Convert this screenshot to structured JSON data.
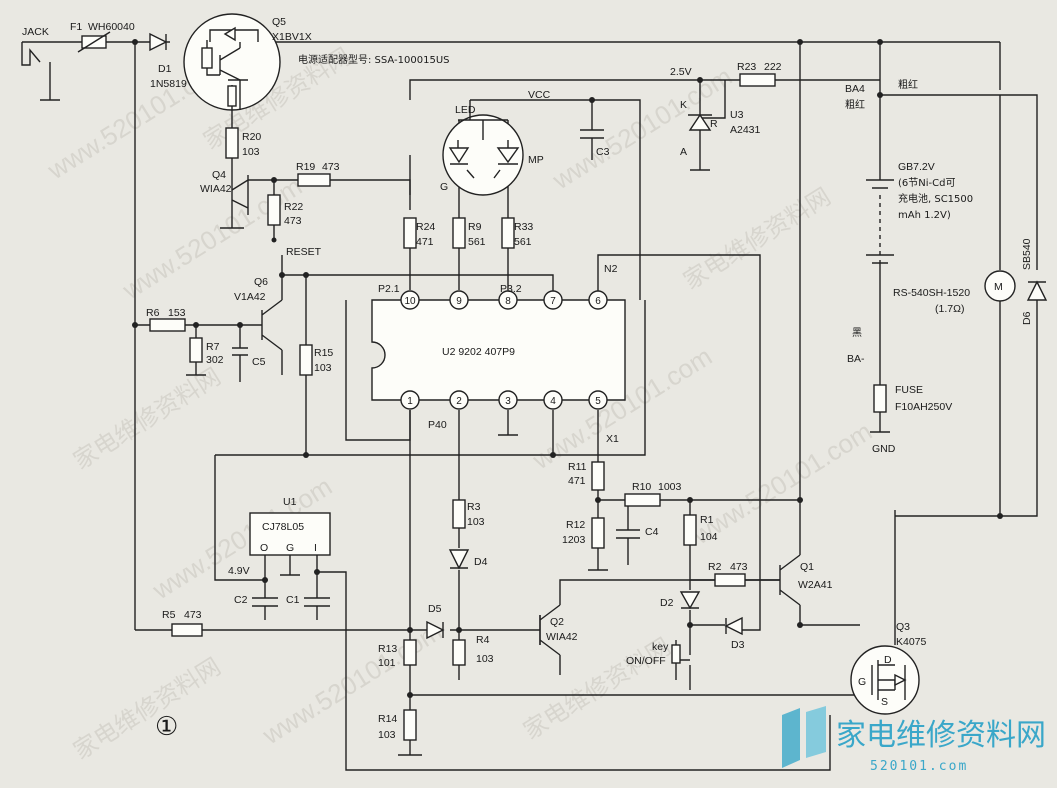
{
  "title_note": "电源适配器型号: SSA-100015US",
  "diagram_number": "①",
  "watermark": {
    "url": "www.520101.com",
    "cn": "家电维修资料网"
  },
  "logo": {
    "text": "家电维修资料网",
    "sub": "520101.com"
  },
  "labels": {
    "jack": "JACK",
    "f1": "F1",
    "f1_val": "WH60040",
    "d1": "D1",
    "d1_val": "1N5819",
    "q5": "Q5",
    "q5_val": "X1BV1X",
    "r20": "R20",
    "r20_val": "103",
    "q4": "Q4",
    "q4_val": "WIA42",
    "r19": "R19",
    "r19_val": "473",
    "r22": "R22",
    "r22_val": "473",
    "reset": "RESET",
    "q6": "Q6",
    "q6_val": "V1A42",
    "r6": "R6",
    "r6_val": "153",
    "r7": "R7",
    "r7_val": "302",
    "c5": "C5",
    "r15": "R15",
    "r15_val": "103",
    "u1": "U1",
    "u1_val": "CJ78L05",
    "u1_o": "O",
    "u1_g": "G",
    "u1_i": "I",
    "v49": "4.9V",
    "c2": "C2",
    "c1": "C1",
    "r5": "R5",
    "r5_val": "473",
    "r13": "R13",
    "r13_val": "101",
    "r14": "R14",
    "r14_val": "103",
    "d5": "D5",
    "r4": "R4",
    "r4_val": "103",
    "r3": "R3",
    "r3_val": "103",
    "d4": "D4",
    "p40": "P40",
    "q2": "Q2",
    "q2_val": "WIA42",
    "u2": "U2 9202 407P9",
    "p21": "P2.1",
    "p32": "P3.2",
    "n2": "N2",
    "x1": "X1",
    "pins_top": [
      "10",
      "9",
      "8",
      "7",
      "6"
    ],
    "pins_bottom": [
      "1",
      "2",
      "3",
      "4",
      "5"
    ],
    "led": "LED",
    "vcc": "VCC",
    "led_g": "G",
    "led_mp": "MP",
    "c3": "C3",
    "r24": "R24",
    "r24_val": "471",
    "r9": "R9",
    "r9_val": "561",
    "r33": "R33",
    "r33_val": "561",
    "v25": "2.5V",
    "r23": "R23",
    "r23_val": "222",
    "u3": "U3",
    "u3_val": "A2431",
    "u3_k": "K",
    "u3_r": "R",
    "u3_a": "A",
    "r11": "R11",
    "r11_val": "471",
    "r10": "R10",
    "r10_val": "1003",
    "r12": "R12",
    "r12_val": "1203",
    "c4": "C4",
    "r1": "R1",
    "r1_val": "104",
    "r2": "R2",
    "r2_val": "473",
    "d2": "D2",
    "d3": "D3",
    "key": "key",
    "key_onoff": "ON/OFF",
    "q1": "Q1",
    "q1_val": "W2A41",
    "q3": "Q3",
    "q3_val": "K4075",
    "q3_d": "D",
    "q3_g": "G",
    "q3_s": "S",
    "ba4": "BA4",
    "red1": "粗红",
    "red2": "粗红",
    "gb": "GB7.2V",
    "gb2": "(6节Ni-Cd可",
    "gb3": "充电池, SC1500",
    "gb4": "mAh 1.2V)",
    "black": "黑",
    "ba_minus": "BA-",
    "fuse": "FUSE",
    "fuse_val": "F10AH250V",
    "gnd": "GND",
    "motor": "M",
    "motor_label": "M",
    "motor_val": "RS-540SH-1520",
    "motor_ohm": "(1.7Ω)",
    "d6": "D6",
    "d6_val": "SB540"
  }
}
